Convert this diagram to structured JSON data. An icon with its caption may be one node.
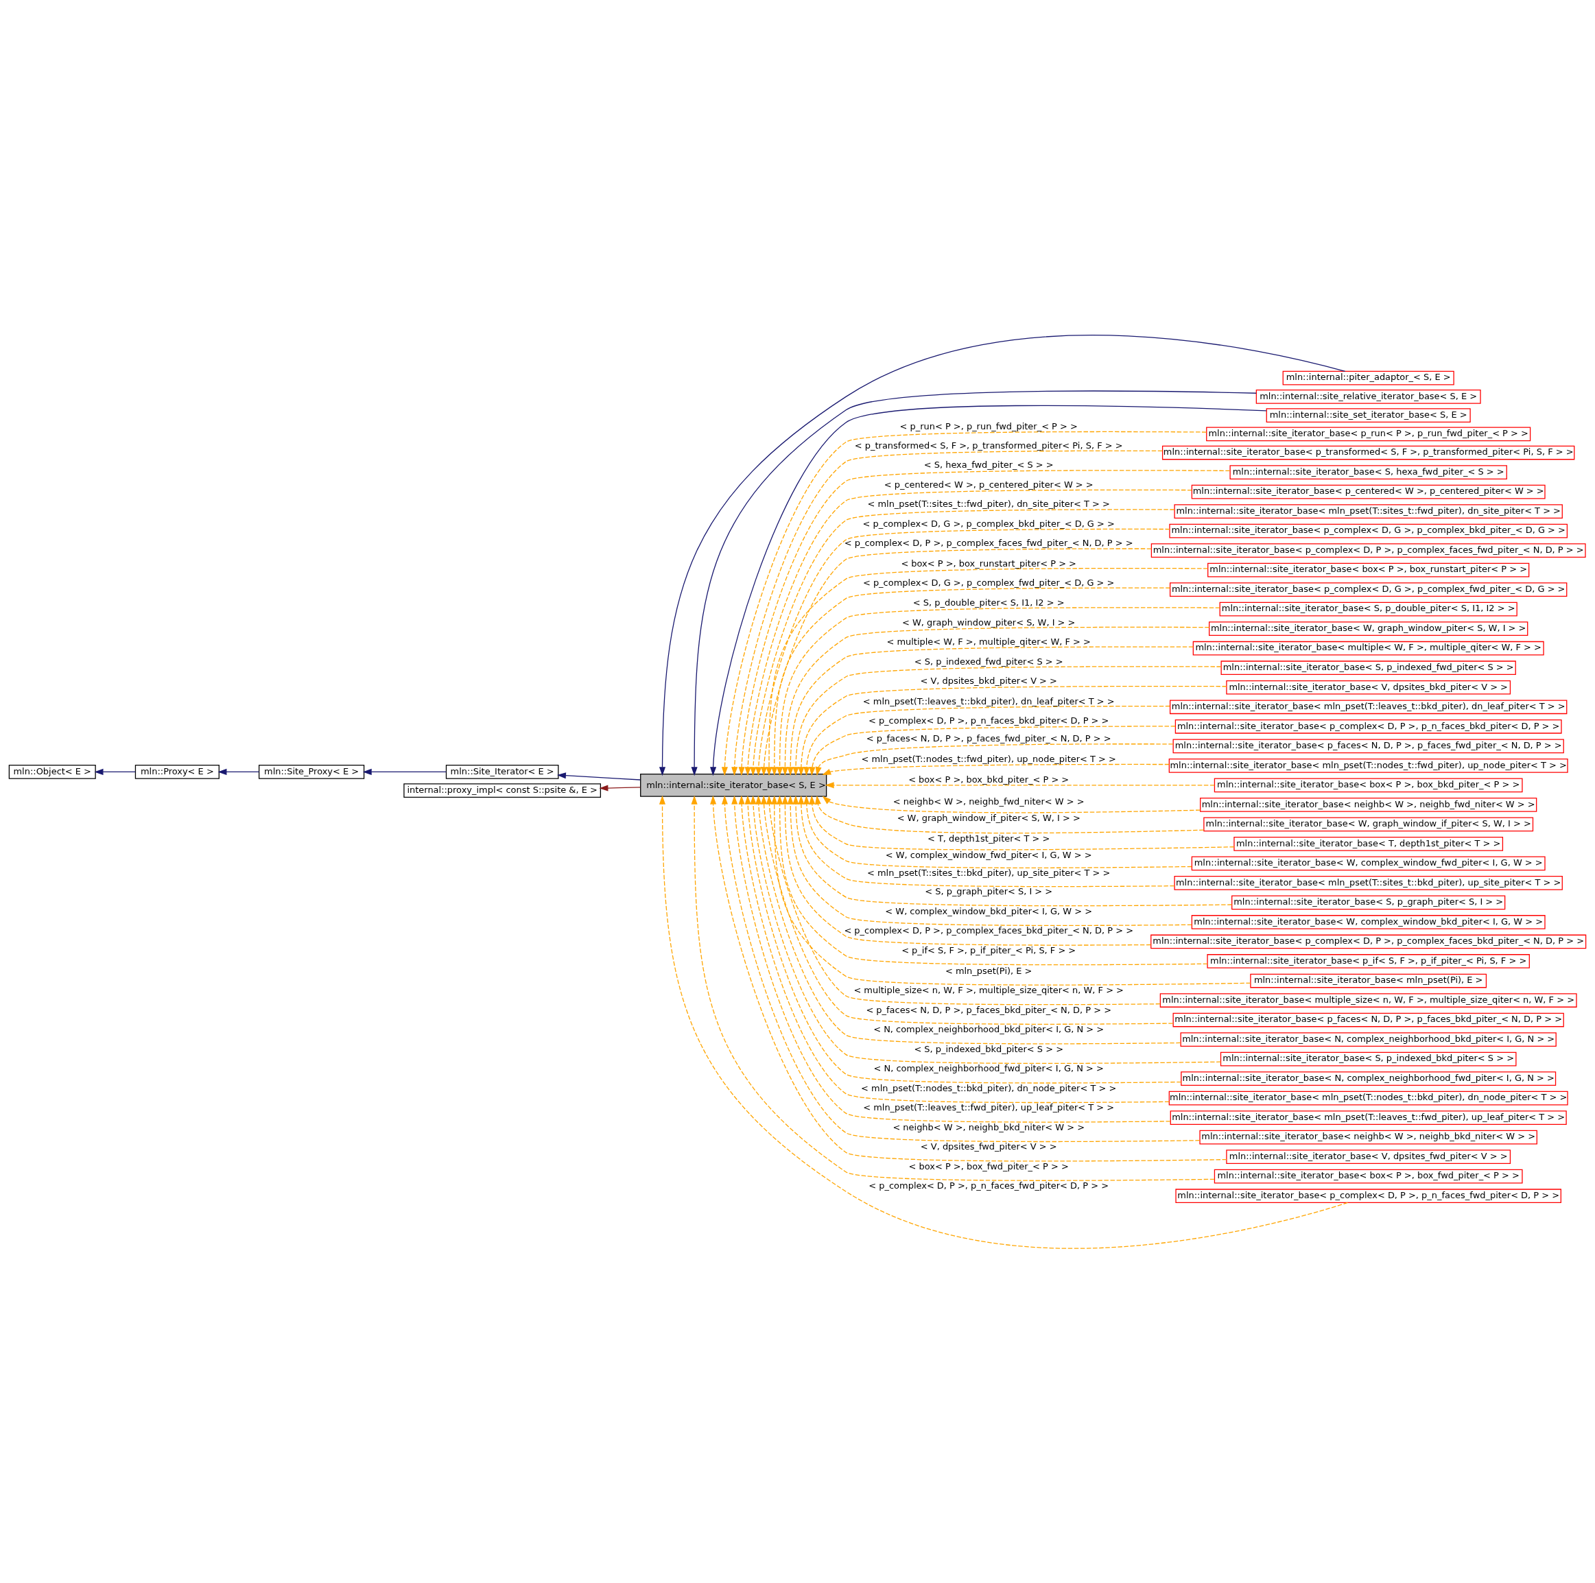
{
  "diagram": {
    "nodes": [
      {
        "text": [
          "mln::Object< E >"
        ]
      },
      {
        "text": [
          "mln::Proxy< E >"
        ]
      },
      {
        "text": [
          "mln::Site_Proxy< E >"
        ]
      },
      {
        "text": [
          "mln::Site_Iterator< E >"
        ]
      },
      {
        "text": [
          "internal::proxy_impl< const S::psite &, E >"
        ]
      },
      {
        "text": [
          "mln::internal::site_iterator_base< S, E >"
        ]
      },
      {
        "text": [
          "mln::internal::piter_adaptor_< S, E >"
        ]
      },
      {
        "text": [
          "mln::internal::site_relative_iterator_base< S, E >"
        ]
      },
      {
        "text": [
          "mln::internal::site_set_iterator_base< S, E >"
        ]
      },
      {
        "text": [
          "mln::internal::site_iterator_base< p_run< P >, p_run_fwd_piter_< P > >"
        ]
      },
      {
        "text": [
          "mln::internal::site_iterator_base< p_transformed< S, F >, p_transformed_piter< Pi, S, F > >"
        ]
      },
      {
        "text": [
          "mln::internal::site_iterator_base< S, hexa_fwd_piter_< S > >"
        ]
      },
      {
        "text": [
          "mln::internal::site_iterator_base< p_centered< W >, p_centered_piter< W > >"
        ]
      },
      {
        "text": [
          "mln::internal::site_iterator_base< mln_pset(T::sites_t::fwd_piter), dn_site_piter< T > >"
        ]
      },
      {
        "text": [
          "mln::internal::site_iterator_base< p_complex< D, G >, p_complex_bkd_piter_< D, G > >"
        ]
      },
      {
        "text": [
          "mln::internal::site_iterator_base< p_complex< D, P >, p_complex_faces_fwd_piter_< N, D, P > >"
        ]
      },
      {
        "text": [
          "mln::internal::site_iterator_base< box< P >, box_runstart_piter< P > >"
        ]
      },
      {
        "text": [
          "mln::internal::site_iterator_base< p_complex< D, G >, p_complex_fwd_piter_< D, G > >"
        ]
      },
      {
        "text": [
          "mln::internal::site_iterator_base< S, p_double_piter< S, I1, I2 > >"
        ]
      },
      {
        "text": [
          "mln::internal::site_iterator_base< W, graph_window_piter< S, W, I > >"
        ]
      },
      {
        "text": [
          "mln::internal::site_iterator_base< multiple< W, F >, multiple_qiter< W, F > >"
        ]
      },
      {
        "text": [
          "mln::internal::site_iterator_base< S, p_indexed_fwd_piter< S > >"
        ]
      },
      {
        "text": [
          "mln::internal::site_iterator_base< V, dpsites_bkd_piter< V > >"
        ]
      },
      {
        "text": [
          "mln::internal::site_iterator_base< mln_pset(T::leaves_t::bkd_piter), dn_leaf_piter< T > >"
        ]
      },
      {
        "text": [
          "mln::internal::site_iterator_base< p_complex< D, P >, p_n_faces_bkd_piter< D, P > >"
        ]
      },
      {
        "text": [
          "mln::internal::site_iterator_base< p_faces< N, D, P >, p_faces_fwd_piter_< N, D, P > >"
        ]
      },
      {
        "text": [
          "mln::internal::site_iterator_base< mln_pset(T::nodes_t::fwd_piter), up_node_piter< T > >"
        ]
      },
      {
        "text": [
          "mln::internal::site_iterator_base< box< P >, box_bkd_piter_< P > >"
        ]
      },
      {
        "text": [
          "mln::internal::site_iterator_base< neighb< W >, neighb_fwd_niter< W > >"
        ]
      },
      {
        "text": [
          "mln::internal::site_iterator_base< W, graph_window_if_piter< S, W, I > >"
        ]
      },
      {
        "text": [
          "mln::internal::site_iterator_base< T, depth1st_piter< T > >"
        ]
      },
      {
        "text": [
          "mln::internal::site_iterator_base< W, complex_window_fwd_piter< I, G, W > >"
        ]
      },
      {
        "text": [
          "mln::internal::site_iterator_base< mln_pset(T::sites_t::bkd_piter), up_site_piter< T > >"
        ]
      },
      {
        "text": [
          "mln::internal::site_iterator_base< S, p_graph_piter< S, I > >"
        ]
      },
      {
        "text": [
          "mln::internal::site_iterator_base< W, complex_window_bkd_piter< I, G, W > >"
        ]
      },
      {
        "text": [
          "mln::internal::site_iterator_base< p_complex< D, P >, p_complex_faces_bkd_piter_< N, D, P > >"
        ]
      },
      {
        "text": [
          "mln::internal::site_iterator_base< p_if< S, F >, p_if_piter_< Pi, S, F > >"
        ]
      },
      {
        "text": [
          "mln::internal::site_iterator_base< mln_pset(Pi), E >"
        ]
      },
      {
        "text": [
          "mln::internal::site_iterator_base< multiple_size< n, W, F >, multiple_size_qiter< n, W, F > >"
        ]
      },
      {
        "text": [
          "mln::internal::site_iterator_base< p_faces< N, D, P >, p_faces_bkd_piter_< N, D, P > >"
        ]
      },
      {
        "text": [
          "mln::internal::site_iterator_base< N, complex_neighborhood_bkd_piter< I, G, N > >"
        ]
      },
      {
        "text": [
          "mln::internal::site_iterator_base< S, p_indexed_bkd_piter< S > >"
        ]
      },
      {
        "text": [
          "mln::internal::site_iterator_base< N, complex_neighborhood_fwd_piter< I, G, N > >"
        ]
      },
      {
        "text": [
          "mln::internal::site_iterator_base< mln_pset(T::nodes_t::bkd_piter), dn_node_piter< T > >"
        ]
      },
      {
        "text": [
          "mln::internal::site_iterator_base< mln_pset(T::leaves_t::fwd_piter), up_leaf_piter< T > >"
        ]
      },
      {
        "text": [
          "mln::internal::site_iterator_base< neighb< W >, neighb_bkd_niter< W > >"
        ]
      },
      {
        "text": [
          "mln::internal::site_iterator_base< V, dpsites_fwd_piter< V > >"
        ]
      },
      {
        "text": [
          "mln::internal::site_iterator_base< box< P >, box_fwd_piter_< P > >"
        ]
      },
      {
        "text": [
          "mln::internal::site_iterator_base< p_complex< D, P >, p_n_faces_fwd_piter< D, P > >"
        ]
      }
    ],
    "edges": [
      {
        "from": 1,
        "to": 0,
        "arrow": "to",
        "color": "#191970"
      },
      {
        "from": 2,
        "to": 1,
        "arrow": "to",
        "color": "#191970"
      },
      {
        "from": 3,
        "to": 2,
        "arrow": "to",
        "color": "#191970"
      },
      {
        "from": 5,
        "to": 3,
        "arrow": "to",
        "color": "#191970"
      },
      {
        "from": 5,
        "to": 4,
        "arrow": "to",
        "color": "#8b1a1a"
      },
      {
        "from": 6,
        "to": 5,
        "arrow": "to",
        "color": "#191970"
      },
      {
        "from": 7,
        "to": 5,
        "arrow": "to",
        "color": "#191970"
      },
      {
        "from": 8,
        "to": 5,
        "arrow": "to",
        "color": "#191970"
      },
      {
        "from": 9,
        "to": 5,
        "arrow": "to",
        "style": "dashed",
        "label": "< p_run< P >, p_run_fwd_piter_< P > >"
      },
      {
        "from": 10,
        "to": 5,
        "arrow": "to",
        "style": "dashed",
        "label": "< p_transformed< S, F >, p_transformed_piter< Pi, S, F > >"
      },
      {
        "from": 11,
        "to": 5,
        "arrow": "to",
        "style": "dashed",
        "label": "< S, hexa_fwd_piter_< S > >"
      },
      {
        "from": 12,
        "to": 5,
        "arrow": "to",
        "style": "dashed",
        "label": "< p_centered< W >, p_centered_piter< W > >"
      },
      {
        "from": 13,
        "to": 5,
        "arrow": "to",
        "style": "dashed",
        "label": "< mln_pset(T::sites_t::fwd_piter), dn_site_piter< T > >"
      },
      {
        "from": 14,
        "to": 5,
        "arrow": "to",
        "style": "dashed",
        "label": "< p_complex< D, G >, p_complex_bkd_piter_< D, G > >"
      },
      {
        "from": 15,
        "to": 5,
        "arrow": "to",
        "style": "dashed",
        "label": "< p_complex< D, P >, p_complex_faces_fwd_piter_< N, D, P > >"
      },
      {
        "from": 16,
        "to": 5,
        "arrow": "to",
        "style": "dashed",
        "label": "< box< P >, box_runstart_piter< P > >"
      },
      {
        "from": 17,
        "to": 5,
        "arrow": "to",
        "style": "dashed",
        "label": "< p_complex< D, G >, p_complex_fwd_piter_< D, G > >"
      },
      {
        "from": 18,
        "to": 5,
        "arrow": "to",
        "style": "dashed",
        "label": "< S, p_double_piter< S, I1, I2 > >"
      },
      {
        "from": 19,
        "to": 5,
        "arrow": "to",
        "style": "dashed",
        "label": "< W, graph_window_piter< S, W, I > >"
      },
      {
        "from": 20,
        "to": 5,
        "arrow": "to",
        "style": "dashed",
        "label": "< multiple< W, F >, multiple_qiter< W, F > >"
      },
      {
        "from": 21,
        "to": 5,
        "arrow": "to",
        "style": "dashed",
        "label": "< S, p_indexed_fwd_piter< S > >"
      },
      {
        "from": 22,
        "to": 5,
        "arrow": "to",
        "style": "dashed",
        "label": "< V, dpsites_bkd_piter< V > >"
      },
      {
        "from": 23,
        "to": 5,
        "arrow": "to",
        "style": "dashed",
        "label": "< mln_pset(T::leaves_t::bkd_piter), dn_leaf_piter< T > >"
      },
      {
        "from": 24,
        "to": 5,
        "arrow": "to",
        "style": "dashed",
        "label": "< p_complex< D, P >, p_n_faces_bkd_piter< D, P > >"
      },
      {
        "from": 25,
        "to": 5,
        "arrow": "to",
        "style": "dashed",
        "label": "< p_faces< N, D, P >, p_faces_fwd_piter_< N, D, P > >"
      },
      {
        "from": 26,
        "to": 5,
        "arrow": "to",
        "style": "dashed",
        "label": "< mln_pset(T::nodes_t::fwd_piter), up_node_piter< T > >"
      },
      {
        "from": 27,
        "to": 5,
        "arrow": "to",
        "style": "dashed",
        "label": "< box< P >, box_bkd_piter_< P > >"
      },
      {
        "from": 28,
        "to": 5,
        "arrow": "to",
        "style": "dashed",
        "label": "< neighb< W >, neighb_fwd_niter< W > >"
      },
      {
        "from": 29,
        "to": 5,
        "arrow": "to",
        "style": "dashed",
        "label": "< W, graph_window_if_piter< S, W, I > >"
      },
      {
        "from": 30,
        "to": 5,
        "arrow": "to",
        "style": "dashed",
        "label": "< T, depth1st_piter< T > >"
      },
      {
        "from": 31,
        "to": 5,
        "arrow": "to",
        "style": "dashed",
        "label": "< W, complex_window_fwd_piter< I, G, W > >"
      },
      {
        "from": 32,
        "to": 5,
        "arrow": "to",
        "style": "dashed",
        "label": "< mln_pset(T::sites_t::bkd_piter), up_site_piter< T > >"
      },
      {
        "from": 33,
        "to": 5,
        "arrow": "to",
        "style": "dashed",
        "label": "< S, p_graph_piter< S, I > >"
      },
      {
        "from": 34,
        "to": 5,
        "arrow": "to",
        "style": "dashed",
        "label": "< W, complex_window_bkd_piter< I, G, W > >"
      },
      {
        "from": 35,
        "to": 5,
        "arrow": "to",
        "style": "dashed",
        "label": "< p_complex< D, P >, p_complex_faces_bkd_piter_< N, D, P > >"
      },
      {
        "from": 36,
        "to": 5,
        "arrow": "to",
        "style": "dashed",
        "label": "< p_if< S, F >, p_if_piter_< Pi, S, F > >"
      },
      {
        "from": 37,
        "to": 5,
        "arrow": "to",
        "style": "dashed",
        "label": "< mln_pset(Pi), E >"
      },
      {
        "from": 38,
        "to": 5,
        "arrow": "to",
        "style": "dashed",
        "label": "< multiple_size< n, W, F >, multiple_size_qiter< n, W, F > >"
      },
      {
        "from": 39,
        "to": 5,
        "arrow": "to",
        "style": "dashed",
        "label": "< p_faces< N, D, P >, p_faces_bkd_piter_< N, D, P > >"
      },
      {
        "from": 40,
        "to": 5,
        "arrow": "to",
        "style": "dashed",
        "label": "< N, complex_neighborhood_bkd_piter< I, G, N > >"
      },
      {
        "from": 41,
        "to": 5,
        "arrow": "to",
        "style": "dashed",
        "label": "< S, p_indexed_bkd_piter< S > >"
      },
      {
        "from": 42,
        "to": 5,
        "arrow": "to",
        "style": "dashed",
        "label": "< N, complex_neighborhood_fwd_piter< I, G, N > >"
      },
      {
        "from": 43,
        "to": 5,
        "arrow": "to",
        "style": "dashed",
        "label": "< mln_pset(T::nodes_t::bkd_piter), dn_node_piter< T > >"
      },
      {
        "from": 44,
        "to": 5,
        "arrow": "to",
        "style": "dashed",
        "label": "< mln_pset(T::leaves_t::fwd_piter), up_leaf_piter< T > >"
      },
      {
        "from": 45,
        "to": 5,
        "arrow": "to",
        "style": "dashed",
        "label": "< neighb< W >, neighb_bkd_niter< W > >"
      },
      {
        "from": 46,
        "to": 5,
        "arrow": "to",
        "style": "dashed",
        "label": "< V, dpsites_fwd_piter< V > >"
      },
      {
        "from": 47,
        "to": 5,
        "arrow": "to",
        "style": "dashed",
        "label": "< box< P >, box_fwd_piter_< P > >"
      },
      {
        "from": 48,
        "to": 5,
        "arrow": "to",
        "style": "dashed",
        "label": "< p_complex< D, P >, p_n_faces_fwd_piter< D, P > >"
      }
    ]
  }
}
